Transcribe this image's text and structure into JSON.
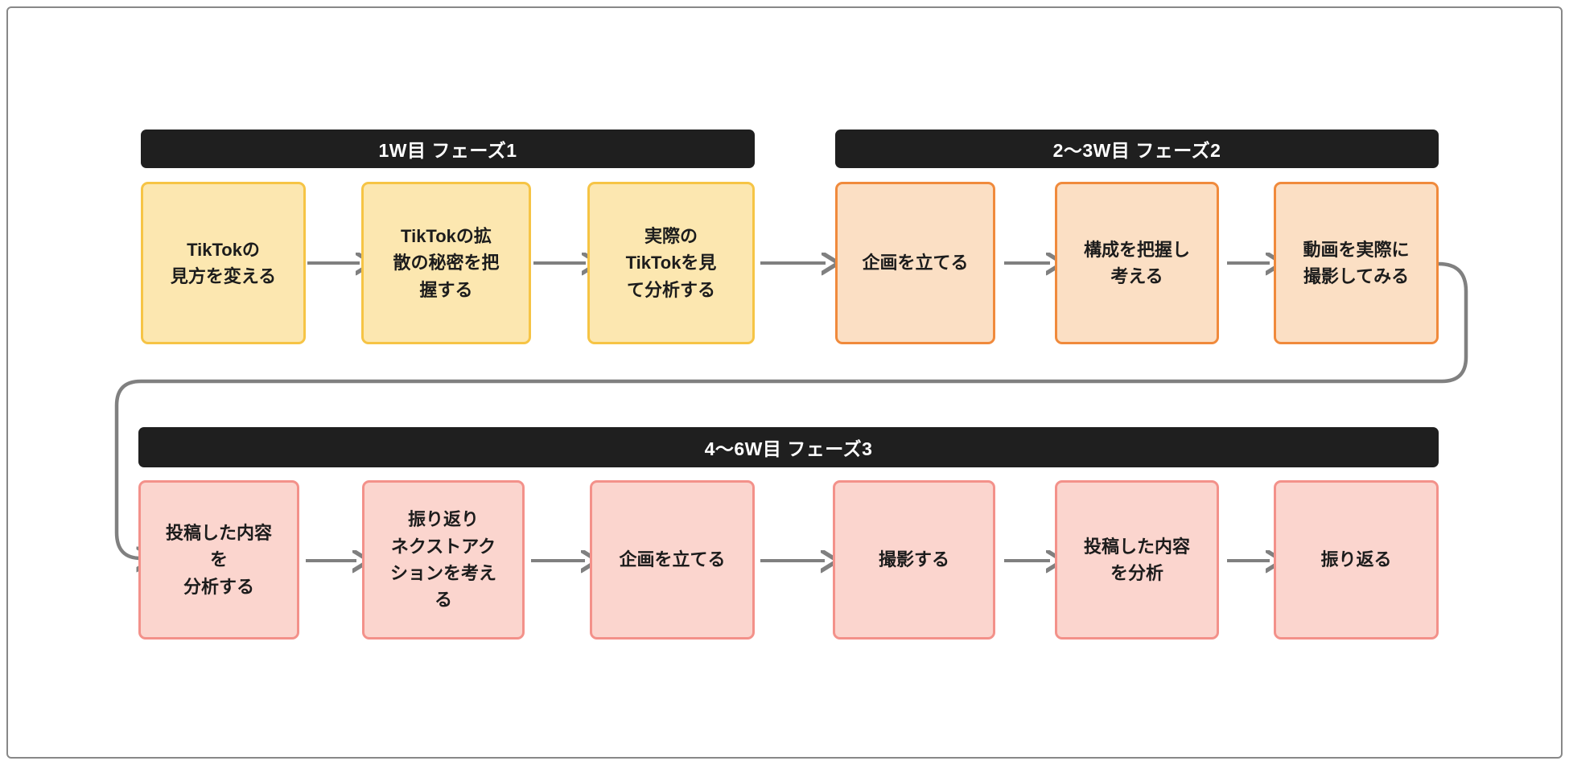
{
  "diagram": {
    "title_text": "",
    "frame_color": "#888888",
    "background": "#ffffff",
    "arrow_color": "#808080"
  },
  "phases": [
    {
      "id": "phase-1",
      "header": "1W目 フェーズ1",
      "header_bg": "#1f1f1f",
      "header_color": "#ffffff",
      "box_fill": "#FCE7B0",
      "box_border": "#F6C445",
      "steps": [
        {
          "label": "TikTokの\n見方を変える"
        },
        {
          "label": "TikTokの拡\n散の秘密を把\n握する"
        },
        {
          "label": "実際の\nTikTokを見\nて分析する"
        }
      ]
    },
    {
      "id": "phase-2",
      "header": "2〜3W目 フェーズ2",
      "header_bg": "#1f1f1f",
      "header_color": "#ffffff",
      "box_fill": "#FBDFC4",
      "box_border": "#F08A3C",
      "steps": [
        {
          "label": "企画を立てる"
        },
        {
          "label": "構成を把握し\n考える"
        },
        {
          "label": "動画を実際に\n撮影してみる"
        }
      ]
    },
    {
      "id": "phase-3",
      "header": "4〜6W目 フェーズ3",
      "header_bg": "#1f1f1f",
      "header_color": "#ffffff",
      "box_fill": "#FBD5CE",
      "box_border": "#F3918A",
      "steps": [
        {
          "label": "投稿した内容\nを\n分析する"
        },
        {
          "label": "振り返り\nネクストアク\nションを考え\nる"
        },
        {
          "label": "企画を立てる"
        },
        {
          "label": "撮影する"
        },
        {
          "label": "投稿した内容\nを分析"
        },
        {
          "label": "振り返る"
        }
      ]
    }
  ],
  "connectors": {
    "wrap_label": "phase2-to-phase3-wrap-connector",
    "straight_arrow_count": 10
  }
}
